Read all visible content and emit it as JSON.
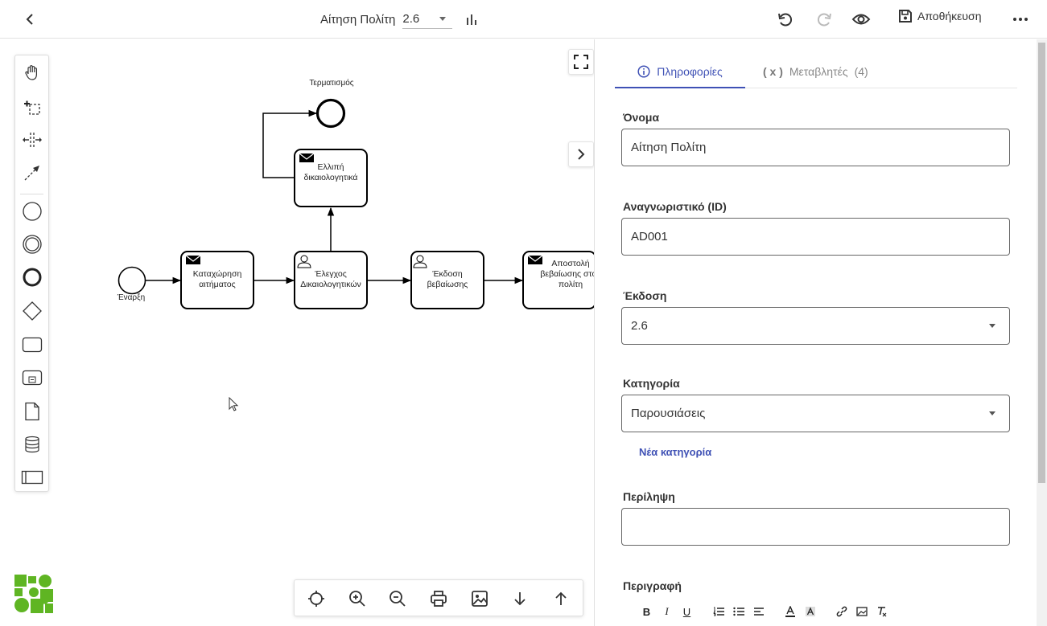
{
  "header": {
    "title": "Αίτηση Πολίτη",
    "version": "2.6",
    "save_label": "Αποθήκευση"
  },
  "diagram": {
    "start_label": "Έναρξη",
    "end_label": "Τερματισμός",
    "tasks": [
      {
        "label": "Καταχώρηση αιτήματος",
        "icon": "envelope-icon"
      },
      {
        "label": "Έλεγχος Δικαιολογητικών",
        "icon": "user-icon"
      },
      {
        "label": "Έκδοση βεβαίωσης",
        "icon": "user-icon"
      },
      {
        "label": "Αποστολή βεβαίωσης στον πολίτη",
        "icon": "envelope-icon"
      },
      {
        "label": "Ελλιπή δικαιολογητικά",
        "icon": "envelope-icon"
      }
    ]
  },
  "panel": {
    "tabs": {
      "info": "Πληροφορίες",
      "vars_prefix": "( x )",
      "vars": "Μεταβλητές",
      "vars_count": "(4)"
    },
    "name_label": "Όνομα",
    "name_value": "Αίτηση Πολίτη",
    "id_label": "Αναγνωριστικό (ID)",
    "id_value": "AD001",
    "version_label": "Έκδοση",
    "version_value": "2.6",
    "category_label": "Κατηγορία",
    "category_value": "Παρουσιάσεις",
    "new_category": "Νέα κατηγορία",
    "summary_label": "Περίληψη",
    "summary_value": "",
    "description_label": "Περιγραφή",
    "rte": {
      "bold": "B",
      "italic": "I",
      "underline": "U"
    }
  },
  "colors": {
    "accent": "#3f51b5",
    "logo_green": "#5fb523"
  }
}
